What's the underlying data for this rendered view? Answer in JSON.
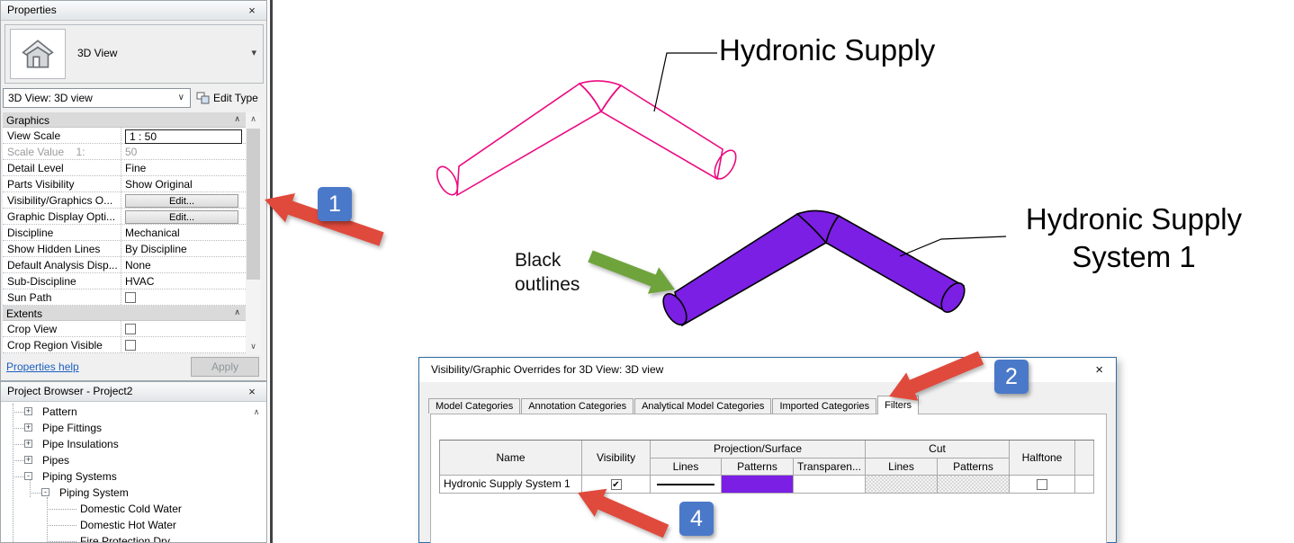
{
  "glyphs": {
    "close": "×",
    "check": "✔",
    "chevron_down": "∨",
    "chevron_up": "∧",
    "dropdown": "▾"
  },
  "colors": {
    "magenta_pipe": "#EC0A80",
    "purple_pipe": "#7B1FE4",
    "arrow_red": "#E04A3C",
    "arrow_green": "#6FA43C",
    "callout_blue": "#4B79C9"
  },
  "properties_panel": {
    "title": "Properties",
    "type_label": "3D View",
    "view_combo": "3D View: 3D view",
    "edit_type_label": "Edit Type",
    "graphics_header": "Graphics",
    "extents_header": "Extents",
    "rows": [
      {
        "label": "View Scale",
        "value": "1 : 50"
      },
      {
        "label": "Scale Value    1:",
        "value": "50"
      },
      {
        "label": "Detail Level",
        "value": "Fine"
      },
      {
        "label": "Parts Visibility",
        "value": "Show Original"
      },
      {
        "label": "Visibility/Graphics O...",
        "value": "Edit..."
      },
      {
        "label": "Graphic Display Opti...",
        "value": "Edit..."
      },
      {
        "label": "Discipline",
        "value": "Mechanical"
      },
      {
        "label": "Show Hidden Lines",
        "value": "By Discipline"
      },
      {
        "label": "Default Analysis Disp...",
        "value": "None"
      },
      {
        "label": "Sub-Discipline",
        "value": "HVAC"
      },
      {
        "label": "Sun Path",
        "value": ""
      },
      {
        "label": "Crop View",
        "value": ""
      },
      {
        "label": "Crop Region Visible",
        "value": ""
      }
    ],
    "help_link": "Properties help",
    "apply_label": "Apply"
  },
  "project_browser": {
    "title": "Project Browser - Project2",
    "items": [
      {
        "label": "Pattern",
        "exp": "+"
      },
      {
        "label": "Pipe Fittings",
        "exp": "+"
      },
      {
        "label": "Pipe Insulations",
        "exp": "+"
      },
      {
        "label": "Pipes",
        "exp": "+"
      },
      {
        "label": "Piping Systems",
        "exp": "-"
      },
      {
        "label": "Piping System",
        "exp": "-"
      },
      {
        "label": "Domestic Cold Water",
        "exp": ""
      },
      {
        "label": "Domestic Hot Water",
        "exp": ""
      },
      {
        "label": "Fire Protection Dry",
        "exp": ""
      }
    ]
  },
  "canvas": {
    "hydronic_supply_label": "Hydronic Supply",
    "system1_label_line1": "Hydronic Supply",
    "system1_label_line2": "System 1",
    "black_outlines_line1": "Black",
    "black_outlines_line2": "outlines"
  },
  "callouts": {
    "step1": "1",
    "step2": "2",
    "step4": "4"
  },
  "dialog": {
    "title": "Visibility/Graphic Overrides for 3D View: 3D view",
    "tabs": [
      "Model Categories",
      "Annotation Categories",
      "Analytical Model Categories",
      "Imported Categories",
      "Filters"
    ],
    "active_tab": "Filters",
    "table": {
      "headers": {
        "name": "Name",
        "visibility": "Visibility",
        "projection_surface": "Projection/Surface",
        "cut": "Cut",
        "halftone": "Halftone",
        "lines": "Lines",
        "patterns": "Patterns",
        "transparency": "Transparen...",
        "cut_lines": "Lines",
        "cut_patterns": "Patterns"
      },
      "rows": [
        {
          "name": "Hydronic Supply System 1",
          "visibility_checked": true,
          "halftone_checked": false,
          "pattern_color": "#7B1FE4"
        }
      ]
    }
  }
}
